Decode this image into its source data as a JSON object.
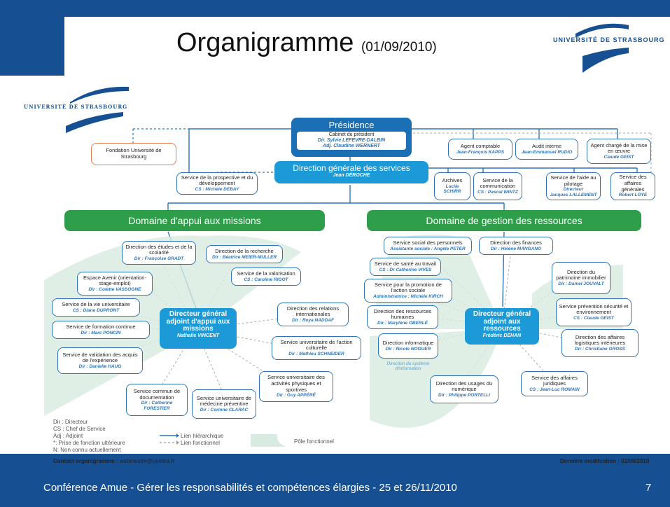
{
  "header": {
    "title": "Organigramme",
    "date": "(01/09/2010)",
    "logo_top": "UNIVERSITÉ DE STRASBOURG",
    "logo_left": "UNIVERSITÉ DE STRASBOURG"
  },
  "presidence": {
    "title": "Présidence",
    "cabinet": "Cabinet du président",
    "cabinet_dir": "Dir. Sylvie LEFEVRE-DALBIN",
    "cabinet_adj": "Adj. Claudine WERNERT"
  },
  "dgs": {
    "title": "Direction générale des services",
    "name": "Jean DÉROCHE"
  },
  "fondation": "Fondation Université de Strasbourg",
  "prospective": {
    "label": "Service de la prospective et du développement",
    "dir": "CS : Michèle DEBAY"
  },
  "agent_comptable": {
    "label": "Agent comptable",
    "dir": "Jean-François KAPPS"
  },
  "audit": {
    "label": "Audit interne",
    "dir": "Jean-Emmanuel RUDIO"
  },
  "agent_mise": {
    "label": "Agent chargé de la mise en œuvre",
    "dir": "Claude GEIST"
  },
  "archives": {
    "label": "Archives",
    "dir": "Lucile SCHIRR"
  },
  "communication": {
    "label": "Service de la communication",
    "dir": "CS : Pascal WINTZ"
  },
  "pilotage": {
    "label": "Service de l'aide au pilotage",
    "dir1": "Directeur",
    "dir2": "Jacques LALLEMENT"
  },
  "affaires_generales": {
    "label": "Service des affaires générales",
    "dir": "Robert LOYE"
  },
  "domaines": {
    "left": "Domaine d'appui aux missions",
    "right": "Domaine de gestion des ressources"
  },
  "dga_missions": {
    "title": "Directeur général adjoint d'appui aux missions",
    "name": "Nathalie VINCENT"
  },
  "dga_ressources": {
    "title": "Directeur général adjoint aux ressources",
    "name": "Frédéric DEHAN"
  },
  "missions": [
    {
      "label": "Direction des études et de la scolarité",
      "dir": "Dir : Françoise GRADT"
    },
    {
      "label": "Direction de la recherche",
      "dir": "Dir : Béatrice MEIER-MULLER"
    },
    {
      "label": "Service de la valorisation",
      "dir": "CS : Caroline RIGOT"
    },
    {
      "label": "Espace Avenir (orientation-stage-emploi)",
      "dir": "Dir : Colette VASSOGNE"
    },
    {
      "label": "Service de la vie universitaire",
      "dir": "CS : Diane DUPRONT"
    },
    {
      "label": "Direction des relations internationales",
      "dir": "Dir : Roya NADDAF"
    },
    {
      "label": "Service de formation continue",
      "dir": "Dir : Marc PONCIN"
    },
    {
      "label": "Service universitaire de l'action culturelle",
      "dir": "Dir : Mathieu SCHNEIDER"
    },
    {
      "label": "Service de validation des acquis de l'expérience",
      "dir": "Dir : Danielle HAUG"
    },
    {
      "label": "Service universitaire des activités physiques et sportives",
      "dir": "Dir : Guy APPÉRÉ"
    },
    {
      "label": "Service commun de documentation",
      "dir": "Dir : Catherine FORESTIER"
    },
    {
      "label": "Service universitaire de médecine préventive",
      "dir": "Dir : Corinne CLARAC"
    }
  ],
  "ressources": [
    {
      "label": "Service social des personnels",
      "dir": "Assistante sociale : Angèle PETER"
    },
    {
      "label": "Direction des finances",
      "dir": "Dir : Hélène MANGANO"
    },
    {
      "label": "Service de santé au travail",
      "dir": "CS : Dr Catherine VIVES"
    },
    {
      "label": "Direction du patrimoine immobilier",
      "dir": "Dir : Daniel JOUVALT"
    },
    {
      "label": "Service pour la promotion de l'action sociale",
      "dir": "Administratrice : Michèle KIRCH"
    },
    {
      "label": "Service prévention sécurité et environnement",
      "dir": "CS : Claude GEIST"
    },
    {
      "label": "Direction des ressources humaines",
      "dir": "Dir : Marylène OBERLÉ"
    },
    {
      "label": "Direction des affaires logistiques intérieures",
      "dir": "Dir : Christiane GROSS"
    },
    {
      "label": "Direction informatique",
      "dir": "Dir : Nicole NOGUER"
    },
    {
      "label": "Service des affaires juridiques",
      "dir": "CS : Jean-Luc ROMAIN"
    },
    {
      "label": "Direction des usages du numérique",
      "dir": "Dir : Philippe PORTELLI"
    }
  ],
  "dsi_note": "Direction du système d'information",
  "legend": {
    "dir": "Dir : Directeur",
    "cs": "CS : Chef de Service",
    "adj": "Adj : Adjoint",
    "star": "*: Prise de fonction ultérieure",
    "n": "N: Non connu actuellement",
    "hier": "Lien hiérarchique",
    "fonc": "Lien fonctionnel",
    "pole": "Pôle fonctionnel",
    "contact_label": "Contact organigramme :",
    "contact": "webmestre@unistra.fr",
    "modif": "Dernière modifcation : 01/09/2010"
  },
  "footer": {
    "text": "Conférence Amue - Gérer les responsabilités et compétences élargies - 25 et 26/11/2010",
    "page": "7"
  },
  "colors": {
    "navy": "#174f93",
    "blue": "#2d74b8",
    "green": "#2e9e4a",
    "cyan": "#1c9ad8",
    "pole": "#d7ebe0"
  }
}
